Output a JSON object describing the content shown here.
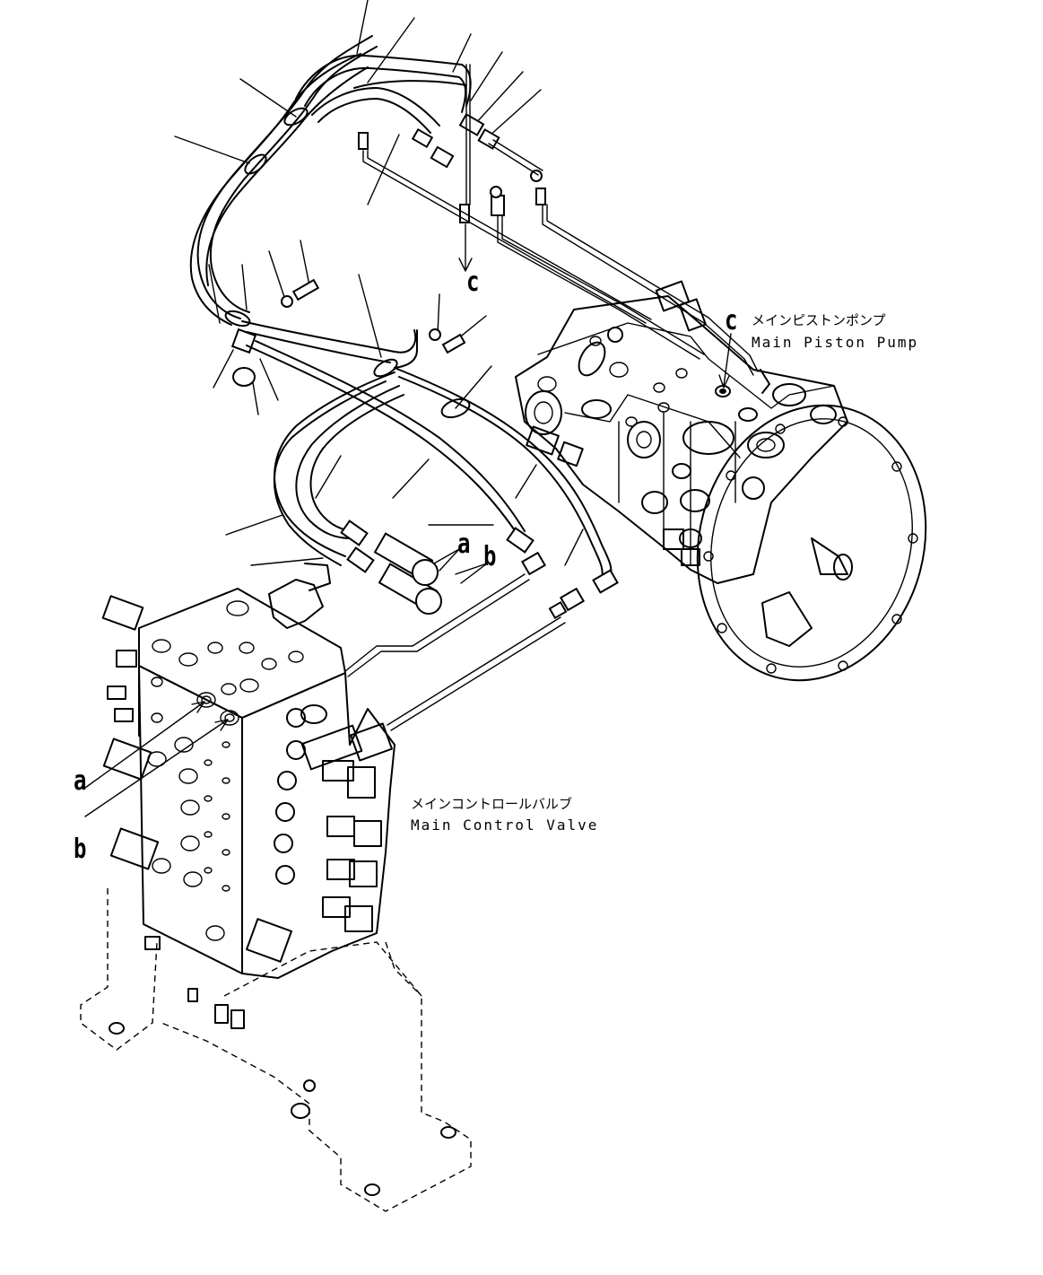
{
  "labels": {
    "pump": {
      "jp": "メインピストンポンプ",
      "en": "Main Piston Pump"
    },
    "valve": {
      "jp": "メインコントロールバルブ",
      "en": "Main Control Valve"
    }
  },
  "callouts": {
    "c_top": "c",
    "c_pump": "c",
    "a_hose": "a",
    "b_hose": "b",
    "a_valve": "a",
    "b_valve": "b"
  }
}
